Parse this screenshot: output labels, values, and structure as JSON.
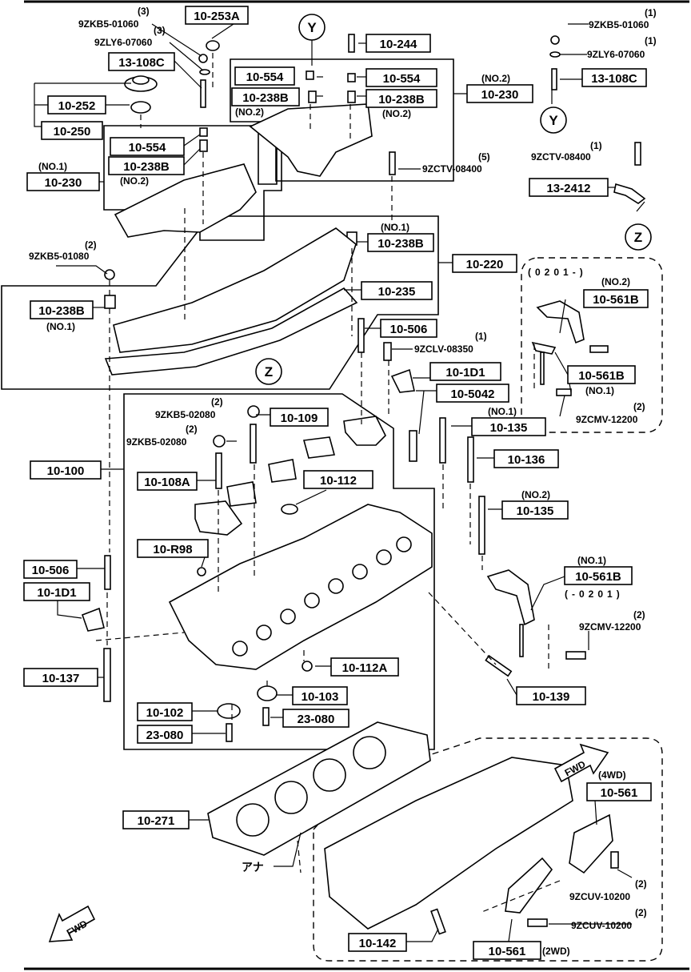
{
  "parts": {
    "p10_253A": "10-253A",
    "p10_244": "10-244",
    "p13_108C_a": "13-108C",
    "p13_108C_b": "13-108C",
    "p10_252": "10-252",
    "p10_250": "10-250",
    "p10_554_a": "10-554",
    "p10_554_b": "10-554",
    "p10_554_c": "10-554",
    "p10_238B_a": "10-238B",
    "p10_238B_b": "10-238B",
    "p10_238B_c": "10-238B",
    "p10_238B_d": "10-238B",
    "p10_238B_e": "10-238B",
    "p10_230_a": "10-230",
    "p10_230_b": "10-230",
    "p13_2412": "13-2412",
    "p10_220": "10-220",
    "p10_235": "10-235",
    "p10_561B_a": "10-561B",
    "p10_561B_b": "10-561B",
    "p10_561B_c": "10-561B",
    "p10_506_a": "10-506",
    "p10_506_b": "10-506",
    "p10_1D1_a": "10-1D1",
    "p10_1D1_b": "10-1D1",
    "p10_5042": "10-5042",
    "p10_109": "10-109",
    "p10_135_a": "10-135",
    "p10_135_b": "10-135",
    "p10_136": "10-136",
    "p10_100": "10-100",
    "p10_108A": "10-108A",
    "p10_112": "10-112",
    "p10_R98": "10-R98",
    "p10_137": "10-137",
    "p10_112A": "10-112A",
    "p10_103": "10-103",
    "p10_102": "10-102",
    "p23_080_a": "23-080",
    "p23_080_b": "23-080",
    "p10_139": "10-139",
    "p10_271": "10-271",
    "p10_561_a": "10-561",
    "p10_561_b": "10-561",
    "p10_142": "10-142"
  },
  "codes": {
    "c_zkb5_01060_a": "9ZKB5-01060",
    "c_zly6_07060_a": "9ZLY6-07060",
    "c_zkb5_01060_b": "9ZKB5-01060",
    "c_zly6_07060_b": "9ZLY6-07060",
    "c_zctv_a": "9ZCTV-08400",
    "c_zctv_b": "9ZCTV-08400",
    "c_zkb5_01080": "9ZKB5-01080",
    "c_zclv": "9ZCLV-08350",
    "c_zcmv_a": "9ZCMV-12200",
    "c_zcmv_b": "9ZCMV-12200",
    "c_zkb5_02080_a": "9ZKB5-02080",
    "c_zkb5_02080_b": "9ZKB5-02080",
    "c_zcuv_a": "9ZCUV-10200",
    "c_zcuv_b": "9ZCUV-10200"
  },
  "qty": {
    "q3a": "(3)",
    "q3b": "(3)",
    "q1a": "(1)",
    "q1b": "(1)",
    "q1c": "(1)",
    "q5": "(5)",
    "q2a": "(2)",
    "q1d": "(1)",
    "q2b": "(2)",
    "q2c": "(2)",
    "q2d": "(2)",
    "q2e": "(2)",
    "q2f": "(2)",
    "q2g": "(2)"
  },
  "notes": {
    "no2_a": "(NO.2)",
    "no2_b": "(NO.2)",
    "no2_c": "(NO.2)",
    "no2_d": "(NO.2)",
    "no2_e": "(NO.2)",
    "no2_f": "(NO.2)",
    "no1_a": "(NO.1)",
    "no1_b": "(NO.1)",
    "no1_c": "(NO.1)",
    "no1_d": "(NO.1)",
    "no1_e": "(NO.1)",
    "no1_f": "(NO.1)",
    "date_from": "(0201-)",
    "date_to": "(-0201)",
    "wd4": "(4WD)",
    "wd2": "(2WD)",
    "ana": "アナ",
    "fwd_a": "FWD",
    "fwd_b": "FWD"
  },
  "refs": {
    "y1": "Y",
    "y2": "Y",
    "z1": "Z",
    "z2": "Z"
  }
}
